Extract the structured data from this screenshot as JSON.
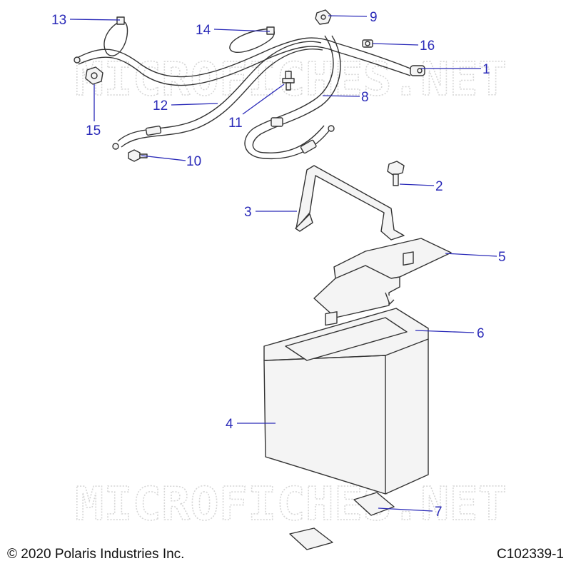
{
  "watermark": "MICROFICHES.NET",
  "footer": {
    "copyright": "© 2020 Polaris Industries Inc.",
    "figure_id": "C102339-1"
  },
  "callouts": [
    {
      "num": "1"
    },
    {
      "num": "2"
    },
    {
      "num": "3"
    },
    {
      "num": "4"
    },
    {
      "num": "5"
    },
    {
      "num": "6"
    },
    {
      "num": "7"
    },
    {
      "num": "8"
    },
    {
      "num": "9"
    },
    {
      "num": "10"
    },
    {
      "num": "11"
    },
    {
      "num": "12"
    },
    {
      "num": "13"
    },
    {
      "num": "14"
    },
    {
      "num": "15"
    },
    {
      "num": "16"
    }
  ],
  "colors": {
    "callout": "#2a2ab8",
    "outline": "#333333",
    "watermark": "#d6d6d6"
  }
}
